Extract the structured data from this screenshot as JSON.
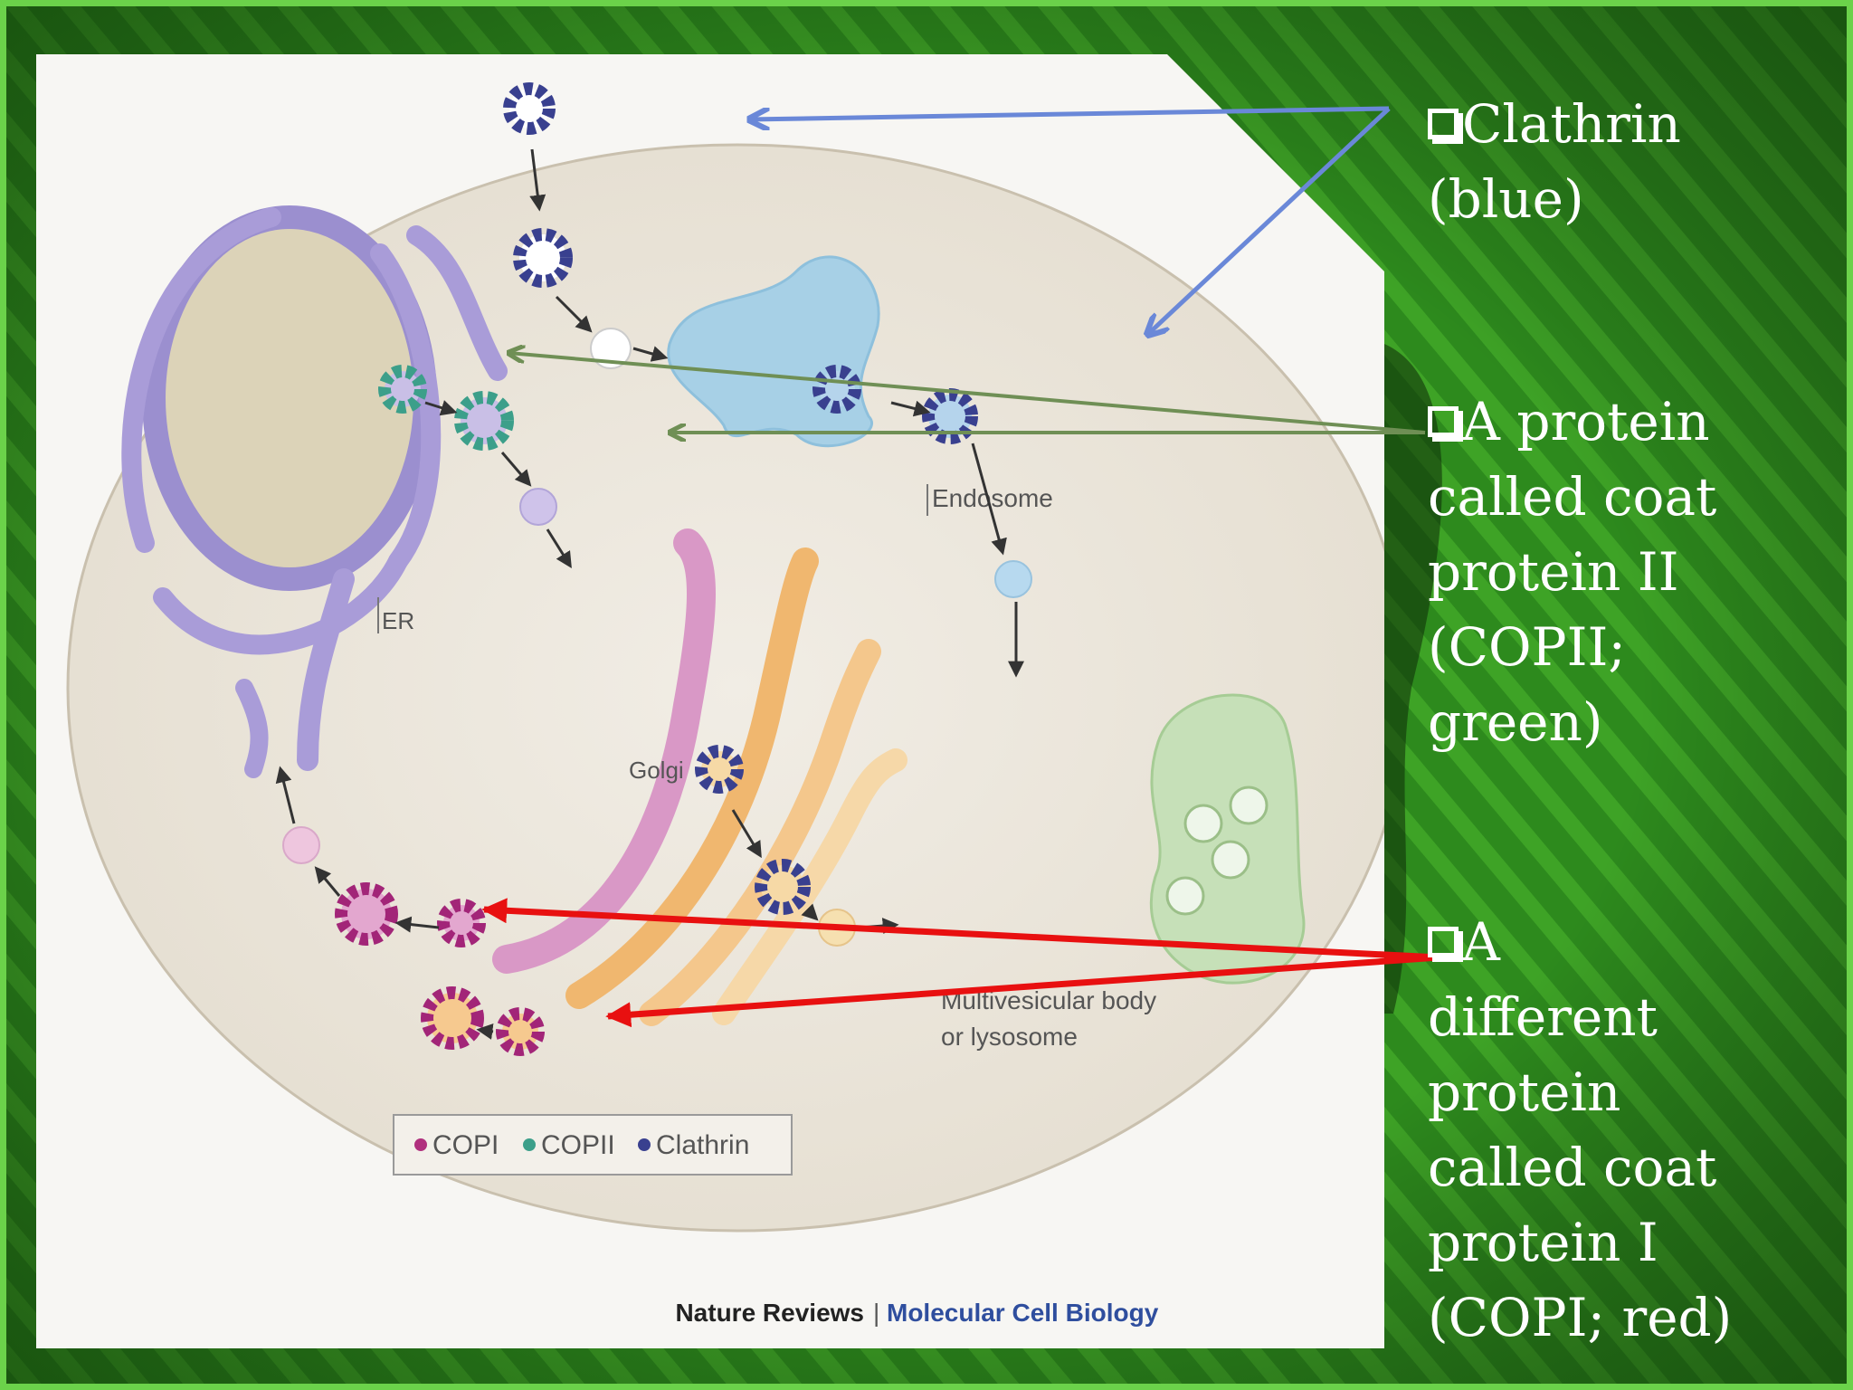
{
  "diagram": {
    "labels": {
      "endosome": "Endosome",
      "er": "ER",
      "golgi": "Golgi",
      "mvb_line1": "Multivesicular body",
      "mvb_line2": "or lysosome"
    },
    "legend": {
      "copi": "COPI",
      "copii": "COPII",
      "clathrin": "Clathrin"
    },
    "credit": {
      "journal": "Nature Reviews",
      "section": "Molecular Cell Biology"
    }
  },
  "callouts": {
    "clathrin": [
      "Clathrin",
      "(blue)"
    ],
    "copii": [
      "A protein",
      "called coat",
      "protein II",
      "(COPII;",
      "green)"
    ],
    "copi": [
      "A",
      "different",
      "protein",
      "called coat",
      "protein I",
      "(COPI; red)"
    ]
  },
  "colors": {
    "clathrin_arrow": "#6a88d8",
    "copii_arrow": "#6f8f55",
    "copi_arrow": "#e81010",
    "background": "#1f6b14"
  }
}
